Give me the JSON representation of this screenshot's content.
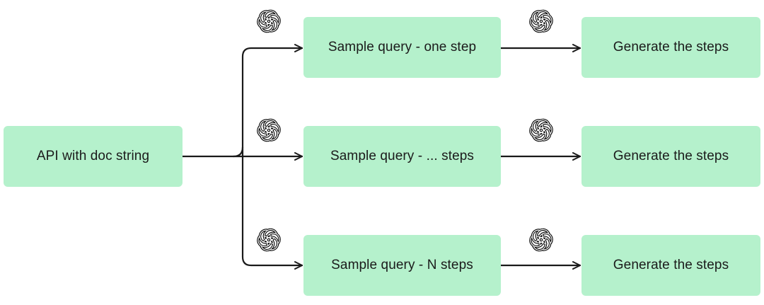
{
  "source": {
    "label": "API with doc string"
  },
  "queries": [
    {
      "label": "Sample query - one step"
    },
    {
      "label": "Sample query - ... steps"
    },
    {
      "label": "Sample query - N steps"
    }
  ],
  "outputs": [
    {
      "label": "Generate the steps"
    },
    {
      "label": "Generate the steps"
    },
    {
      "label": "Generate the steps"
    }
  ],
  "icons": {
    "model_icon": "openai-logo-icon"
  },
  "colors": {
    "node_fill": "#b5f1cc",
    "connector": "#1a1a1a",
    "text": "#1b1b1b"
  }
}
